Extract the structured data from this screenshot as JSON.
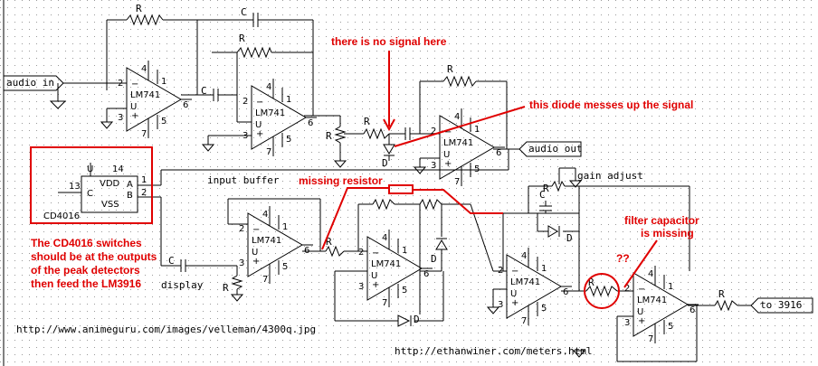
{
  "ports": {
    "audio_in": "audio in",
    "audio_out": "audio out",
    "to_3916": "to 3916"
  },
  "chips": {
    "opamp": "LM741",
    "switch": "CD4016",
    "sw_pins": {
      "u": "U",
      "vdd": "VDD",
      "vss": "VSS",
      "c": "C",
      "a": "A",
      "b": "B",
      "p14": "14",
      "p13": "13",
      "p1": "1",
      "p2": "2"
    }
  },
  "labels": {
    "r": "R",
    "c": "C",
    "d": "D",
    "input_buffer": "input buffer",
    "display": "display",
    "gain_adjust": "gain adjust",
    "url1": "http://www.animeguru.com/images/velleman/4300q.jpg",
    "url2": "http://ethanwiner.com/meters.html"
  },
  "opamp_pins": {
    "u": "U",
    "plus": "+",
    "minus": "−",
    "p1": "1",
    "p2": "2",
    "p3": "3",
    "p4": "4",
    "p5": "5",
    "p6": "6",
    "p7": "7"
  },
  "annotations": {
    "no_signal": "there is no signal here",
    "diode_messes": "this diode messes up the signal",
    "missing_resistor": "missing resistor",
    "filter_cap_1": "filter capacitor",
    "filter_cap_2": "is missing",
    "question": "??",
    "cd4016_note_1": "The CD4016 switches",
    "cd4016_note_2": "should be at the outputs",
    "cd4016_note_3": "of the peak detectors",
    "cd4016_note_4": "then feed the LM3916"
  },
  "colors": {
    "annotation": "#e00000",
    "wire": "#000000",
    "grid": "#9a9a9a"
  }
}
